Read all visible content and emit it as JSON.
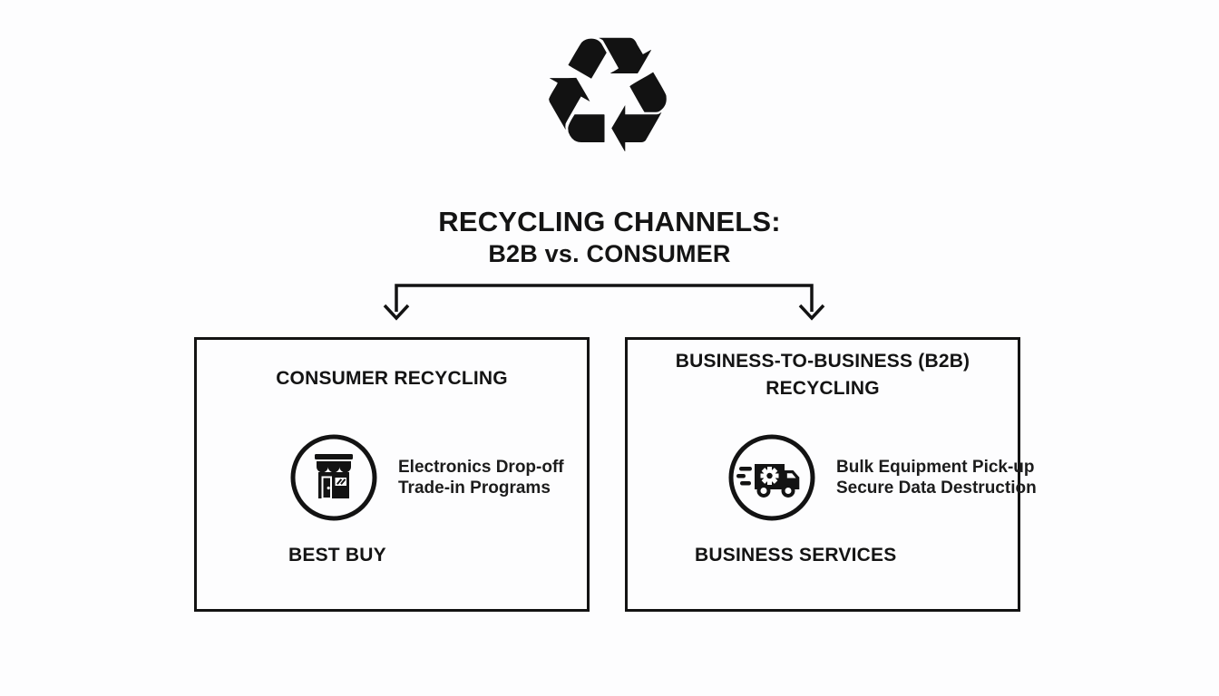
{
  "canvas": {
    "background": "#fdfdfe",
    "ink": "#141414"
  },
  "icons": {
    "recycle_glyph": "♻"
  },
  "header": {
    "title_line1": "RECYCLING CHANNELS:",
    "title_line2": "B2B vs. CONSUMER"
  },
  "boxes": [
    {
      "title": "CONSUMER RECYCLING",
      "icon": "storefront-icon",
      "services": [
        "Electronics Drop-off",
        "Trade-in Programs"
      ],
      "brand": "BEST BUY"
    },
    {
      "title": "BUSINESS-TO-BUSINESS (B2B) RECYCLING",
      "icon": "delivery-truck-icon",
      "services": [
        "Bulk Equipment Pick-up",
        "Secure Data Destruction"
      ],
      "brand": "BUSINESS SERVICES"
    }
  ]
}
